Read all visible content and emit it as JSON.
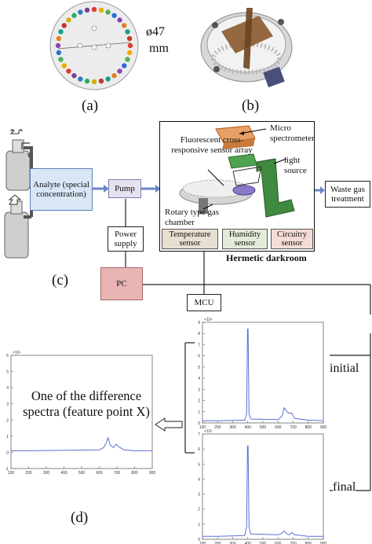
{
  "panel_labels": {
    "a": "(a)",
    "b": "(b)",
    "c": "(c)",
    "d": "(d)"
  },
  "dimension": {
    "diameter": "ø47",
    "unit": "mm"
  },
  "boxes": {
    "analyte": "Analyte (special concentration)",
    "pump": "Pump",
    "power_supply": "Power supply",
    "pc": "PC",
    "mcu": "MCU",
    "waste": "Waste gas treatment"
  },
  "darkroom": {
    "title": "Hermetic darkroom",
    "labels": {
      "micro_spectrometer": "Micro spectrometer",
      "sensor_array": "Fluorescent cross-responsive sensor array",
      "light_source": "light source",
      "gas_chamber": "Rotary type gas chamber"
    },
    "sensors": {
      "temperature": "Temperature sensor",
      "humidity": "Humidity sensor",
      "circuitry": "Circuitry sensor"
    }
  },
  "spectra": {
    "initial_label": "initial",
    "final_label": "final",
    "difference_label": "One of the difference spectra (feature point X)",
    "x_ticks": [
      "100",
      "200",
      "300",
      "400",
      "500",
      "600",
      "700",
      "800",
      "900"
    ],
    "y_exponent": "×10⁴"
  },
  "colors": {
    "analyte_fill": "#d9e6f5",
    "pump_fill": "#e6e1f0",
    "pc_fill": "#e8b4b4",
    "temp_fill": "#e7dfd0",
    "humid_fill": "#e2ecd8",
    "circ_fill": "#f3dcd6",
    "spectrum_line": "#5a6fd6"
  },
  "chart_data": [
    {
      "type": "line",
      "id": "initial",
      "x": [
        100,
        200,
        380,
        392,
        398,
        402,
        408,
        420,
        600,
        625,
        642,
        660,
        675,
        690,
        710,
        800,
        900
      ],
      "y": [
        0.2,
        0.2,
        0.25,
        0.8,
        8.4,
        8.4,
        0.8,
        0.35,
        0.3,
        0.6,
        1.35,
        1.0,
        0.85,
        0.9,
        0.4,
        0.25,
        0.2
      ],
      "xlim": [
        100,
        900
      ],
      "ylim": [
        0,
        9
      ],
      "yticks": [
        "0",
        "1",
        "2",
        "3",
        "4",
        "5",
        "6",
        "7",
        "8",
        "9"
      ]
    },
    {
      "type": "line",
      "id": "final",
      "x": [
        100,
        200,
        380,
        392,
        398,
        402,
        408,
        420,
        600,
        625,
        642,
        660,
        675,
        690,
        710,
        800,
        900
      ],
      "y": [
        0.2,
        0.2,
        0.25,
        0.8,
        6.2,
        6.2,
        0.8,
        0.35,
        0.3,
        0.4,
        0.55,
        0.35,
        0.3,
        0.45,
        0.3,
        0.2,
        0.2
      ],
      "xlim": [
        100,
        900
      ],
      "ylim": [
        0,
        7
      ],
      "yticks": [
        "0",
        "1",
        "2",
        "3",
        "4",
        "5",
        "6",
        "7"
      ]
    },
    {
      "type": "line",
      "id": "difference",
      "x": [
        100,
        200,
        600,
        625,
        640,
        650,
        662,
        680,
        695,
        710,
        740,
        800,
        900
      ],
      "y": [
        0.1,
        0.1,
        0.15,
        0.3,
        0.6,
        0.9,
        0.45,
        0.3,
        0.5,
        0.35,
        0.15,
        0.1,
        0.1
      ],
      "xlim": [
        100,
        900
      ],
      "ylim": [
        -1,
        6
      ],
      "yticks": [
        "-1",
        "0",
        "1",
        "2",
        "3",
        "4",
        "5",
        "6"
      ]
    }
  ]
}
